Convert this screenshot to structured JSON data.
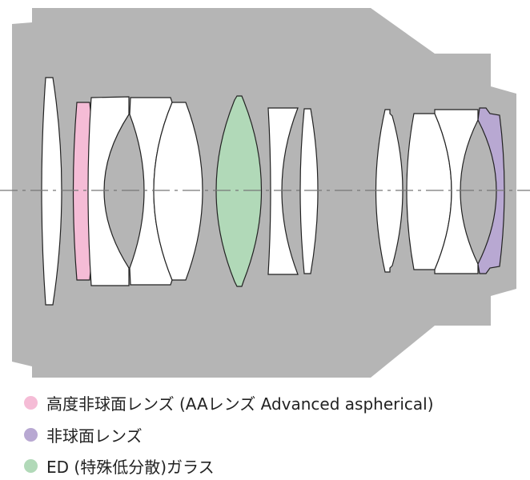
{
  "colors": {
    "housing": "#b5b5b5",
    "lens": "#ffffff",
    "aa_aspherical": "#f5bcd6",
    "aspherical": "#b8a8d2",
    "ed_glass": "#b1d9b8",
    "axis": "#777777"
  },
  "legend": [
    {
      "label": "高度非球面レンズ (AAレンズ Advanced aspherical)",
      "color": "#f5bcd6"
    },
    {
      "label": "非球面レンズ",
      "color": "#b8a8d2"
    },
    {
      "label": "ED (特殊低分散)ガラス",
      "color": "#b1d9b8"
    }
  ]
}
